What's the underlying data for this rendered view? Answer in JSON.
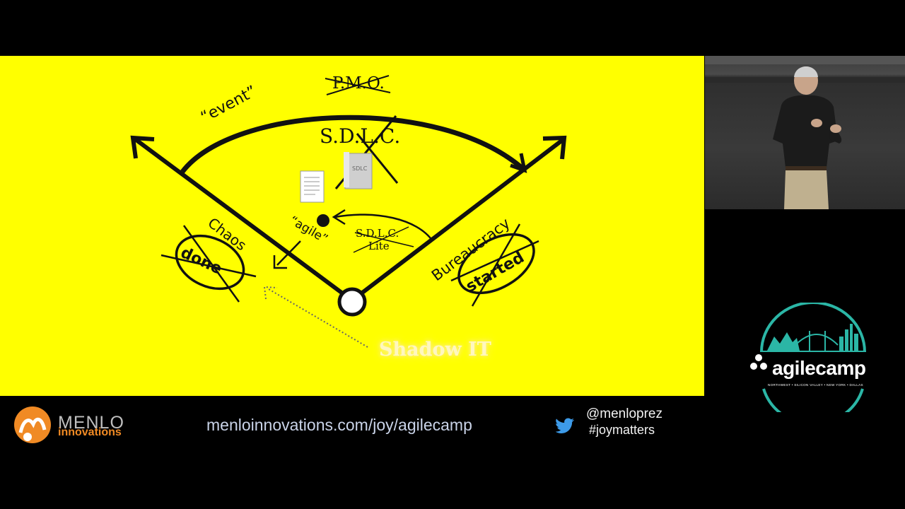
{
  "slide": {
    "labels": {
      "pmo": "P.M.O.",
      "sdlc": "S.D.L.C.",
      "event": "“event”",
      "chaos": "Chaos",
      "agile": "“agile”",
      "sdlc_lite_line1": "S.D.L.C.",
      "sdlc_lite_line2": "Lite",
      "bureaucracy": "Bureaucracy",
      "done": "done",
      "started": "started",
      "shadow_it": "Shadow IT",
      "doc_tag": "SDLC"
    },
    "background_color": "#ffff00"
  },
  "footer": {
    "link": "menloinnovations.com/joy/agilecamp",
    "twitter_handle": "@menloprez",
    "hashtag": "#joymatters",
    "logo_name": "MENLO",
    "logo_sub": "innovations"
  },
  "agilecamp": {
    "name": "agilecamp",
    "locations": "NORTHWEST • SILICON VALLEY • NEW YORK • DALLAS"
  }
}
